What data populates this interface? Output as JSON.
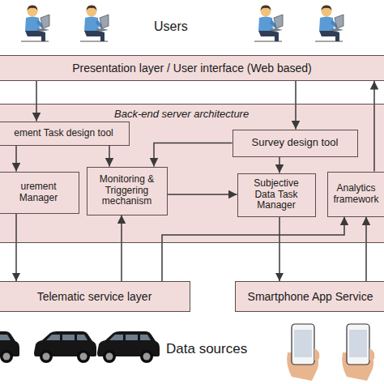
{
  "diagram": {
    "nodes": [
      {
        "text": [
          "Presentation layer / User interface (Web based)"
        ]
      },
      {
        "text": [
          "Back-end server architecture"
        ]
      },
      {
        "text": [
          "ement Task design tool"
        ],
        "in": 1
      },
      {
        "text": [
          "Survey design tool"
        ],
        "in": 1
      },
      {
        "text": [
          "urement Manager"
        ],
        "in": 1
      },
      {
        "text": [
          "Monitoring & Triggering mechanism"
        ],
        "in": 1
      },
      {
        "text": [
          "Subjective Data Task Manager"
        ],
        "in": 1
      },
      {
        "text": [
          "Analytics framework"
        ],
        "in": 1
      },
      {
        "text": [
          "Telematic service layer"
        ]
      },
      {
        "text": [
          "Smartphone App Service"
        ]
      }
    ],
    "edges": [
      {
        "from": 0,
        "to": 2,
        "arrow": "to"
      },
      {
        "from": 0,
        "to": 3,
        "arrow": "to"
      },
      {
        "from": 2,
        "to": 4,
        "arrow": "to"
      },
      {
        "from": 2,
        "to": 5,
        "arrow": "to"
      },
      {
        "from": 3,
        "to": 5,
        "arrow": "to"
      },
      {
        "from": 3,
        "to": 6,
        "arrow": "to"
      },
      {
        "from": 5,
        "to": 6,
        "arrow": "to"
      },
      {
        "from": 4,
        "to": 8,
        "arrow": "to"
      },
      {
        "from": 6,
        "to": 9,
        "arrow": "to"
      },
      {
        "from": 8,
        "to": 5,
        "arrow": "to"
      },
      {
        "from": 8,
        "to": 7,
        "arrow": "to"
      },
      {
        "from": 9,
        "to": 7,
        "arrow": "to"
      },
      {
        "from": 7,
        "to": 0,
        "arrow": "to"
      }
    ],
    "labels": [
      "Users",
      "Data sources"
    ]
  }
}
